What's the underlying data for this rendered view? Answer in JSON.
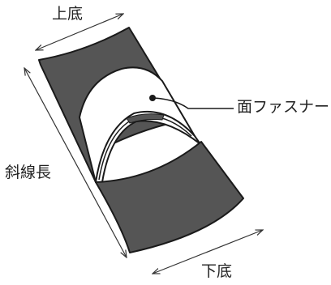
{
  "labels": {
    "top_base": "上底",
    "slant_length": "斜線長",
    "face_fastener": "面ファスナー",
    "bottom_base": "下底"
  },
  "colors": {
    "sheet_fill": "#555555",
    "outline": "#1a1a1a",
    "white_part": "#ffffff",
    "text": "#222222"
  }
}
